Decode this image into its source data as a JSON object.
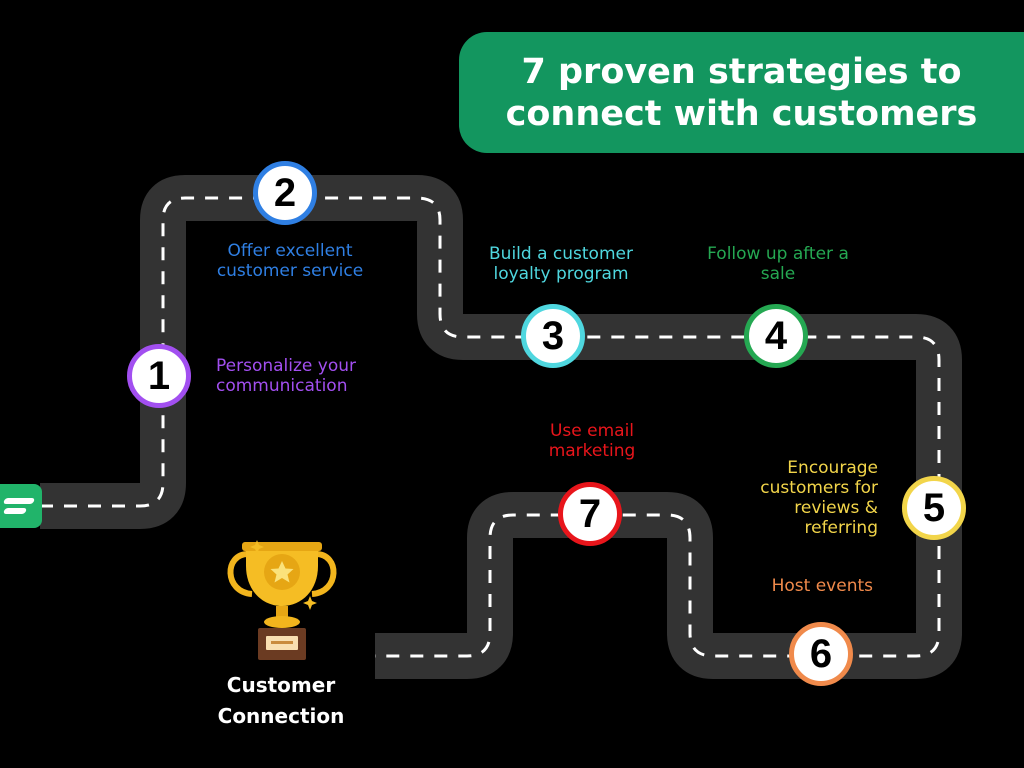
{
  "title": {
    "line1": "7 proven strategies to",
    "line2": "connect with customers"
  },
  "steps": [
    {
      "number": "1",
      "line1": "Personalize your",
      "line2": "communication",
      "color": "#a24ff0"
    },
    {
      "number": "2",
      "line1": "Offer excellent",
      "line2": "customer service",
      "color": "#2f7fe3"
    },
    {
      "number": "3",
      "line1": "Build a customer",
      "line2": "loyalty program",
      "color": "#4fd7df"
    },
    {
      "number": "4",
      "line1": "Follow up after a",
      "line2": "sale",
      "color": "#25a852"
    },
    {
      "number": "5",
      "line1": "Encourage",
      "line2": "customers for",
      "line3": "reviews &",
      "line4": "referring",
      "color": "#f2d54a"
    },
    {
      "number": "6",
      "line1": "Host events",
      "color": "#f08a4b"
    },
    {
      "number": "7",
      "line1": "Use email",
      "line2": "marketing",
      "color": "#e8151b"
    }
  ],
  "goal": {
    "line1": "Customer",
    "line2": "Connection",
    "icon": "trophy-icon"
  },
  "logo": {
    "icon": "brand-logo-icon"
  },
  "colors": {
    "road": "#333333",
    "dash": "#ffffff",
    "title_bg": "#13965f",
    "background": "#000000"
  }
}
